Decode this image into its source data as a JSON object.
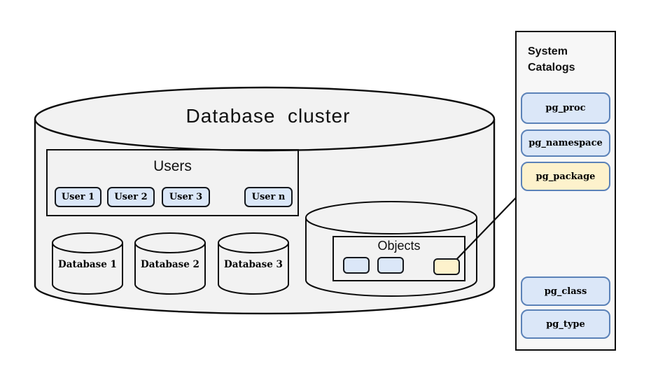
{
  "colors": {
    "blue_fill": "#dbe7f8",
    "blue_border": "#5b82b8",
    "yellow_fill": "#fdf2cc",
    "cylinder_fill": "#f2f2f2",
    "panel_fill": "#f7f7f7",
    "line_color": "#0d0d0d"
  },
  "cluster": {
    "title": "Database  cluster",
    "users": {
      "title": "Users",
      "items": [
        "User 1",
        "User 2",
        "User 3",
        "User n"
      ]
    },
    "databases": [
      "Database 1",
      "Database 2",
      "Database 3"
    ],
    "objects": {
      "title": "Objects",
      "chips": [
        {
          "variant": "blue"
        },
        {
          "variant": "blue"
        },
        {
          "variant": "yellow"
        }
      ]
    }
  },
  "catalogs": {
    "title": "System Catalogs",
    "items": [
      {
        "label": "pg_proc",
        "variant": "blue"
      },
      {
        "label": "pg_namespace",
        "variant": "blue"
      },
      {
        "label": "pg_package",
        "variant": "yellow"
      },
      {
        "label": "pg_class",
        "variant": "blue"
      },
      {
        "label": "pg_type",
        "variant": "blue"
      }
    ]
  },
  "arrow": {
    "from": "objects yellow chip",
    "to": "pg_package"
  }
}
